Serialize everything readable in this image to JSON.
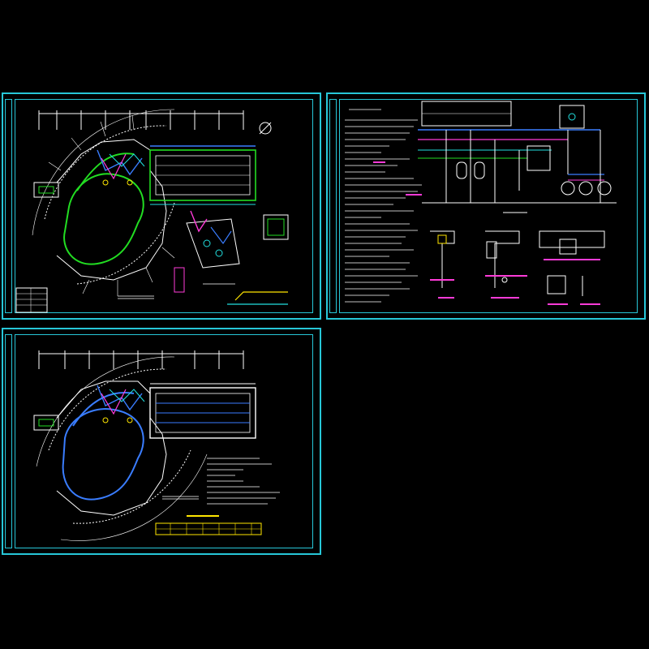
{
  "colors": {
    "frame": "#27c7d8",
    "wall": "#ffffff",
    "pool_edge": "#22dd22",
    "pipe_blue": "#3a7dff",
    "pipe_magenta": "#ff3bd8",
    "pipe_cyan": "#22e0e0",
    "label_yellow": "#ffe600",
    "red": "#ff2a2a"
  },
  "sheets": [
    {
      "id": "sheet-1"
    },
    {
      "id": "sheet-2"
    },
    {
      "id": "sheet-3"
    }
  ]
}
